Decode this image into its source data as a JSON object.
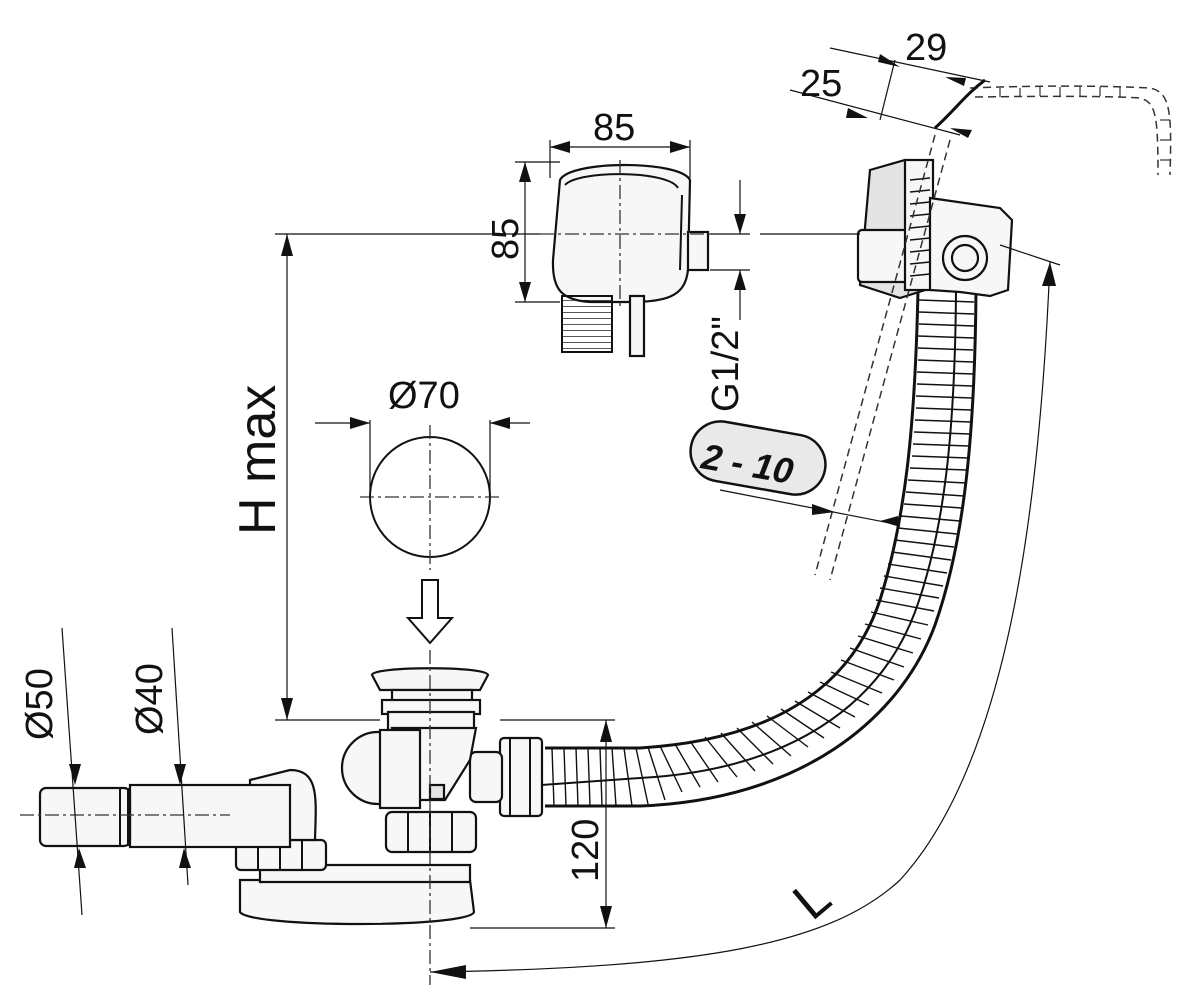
{
  "dimensions": {
    "overflow_width": "29",
    "overflow_depth": "25",
    "valve_width": "85",
    "valve_height": "85",
    "valve_thread": "G1/2\"",
    "cap_diameter": "Ø70",
    "height_max": "H max",
    "outlet_diameter_large": "Ø50",
    "outlet_diameter_small": "Ø40",
    "trap_height": "120",
    "hose_length": "L",
    "wall_thickness_range": "2 - 10"
  }
}
